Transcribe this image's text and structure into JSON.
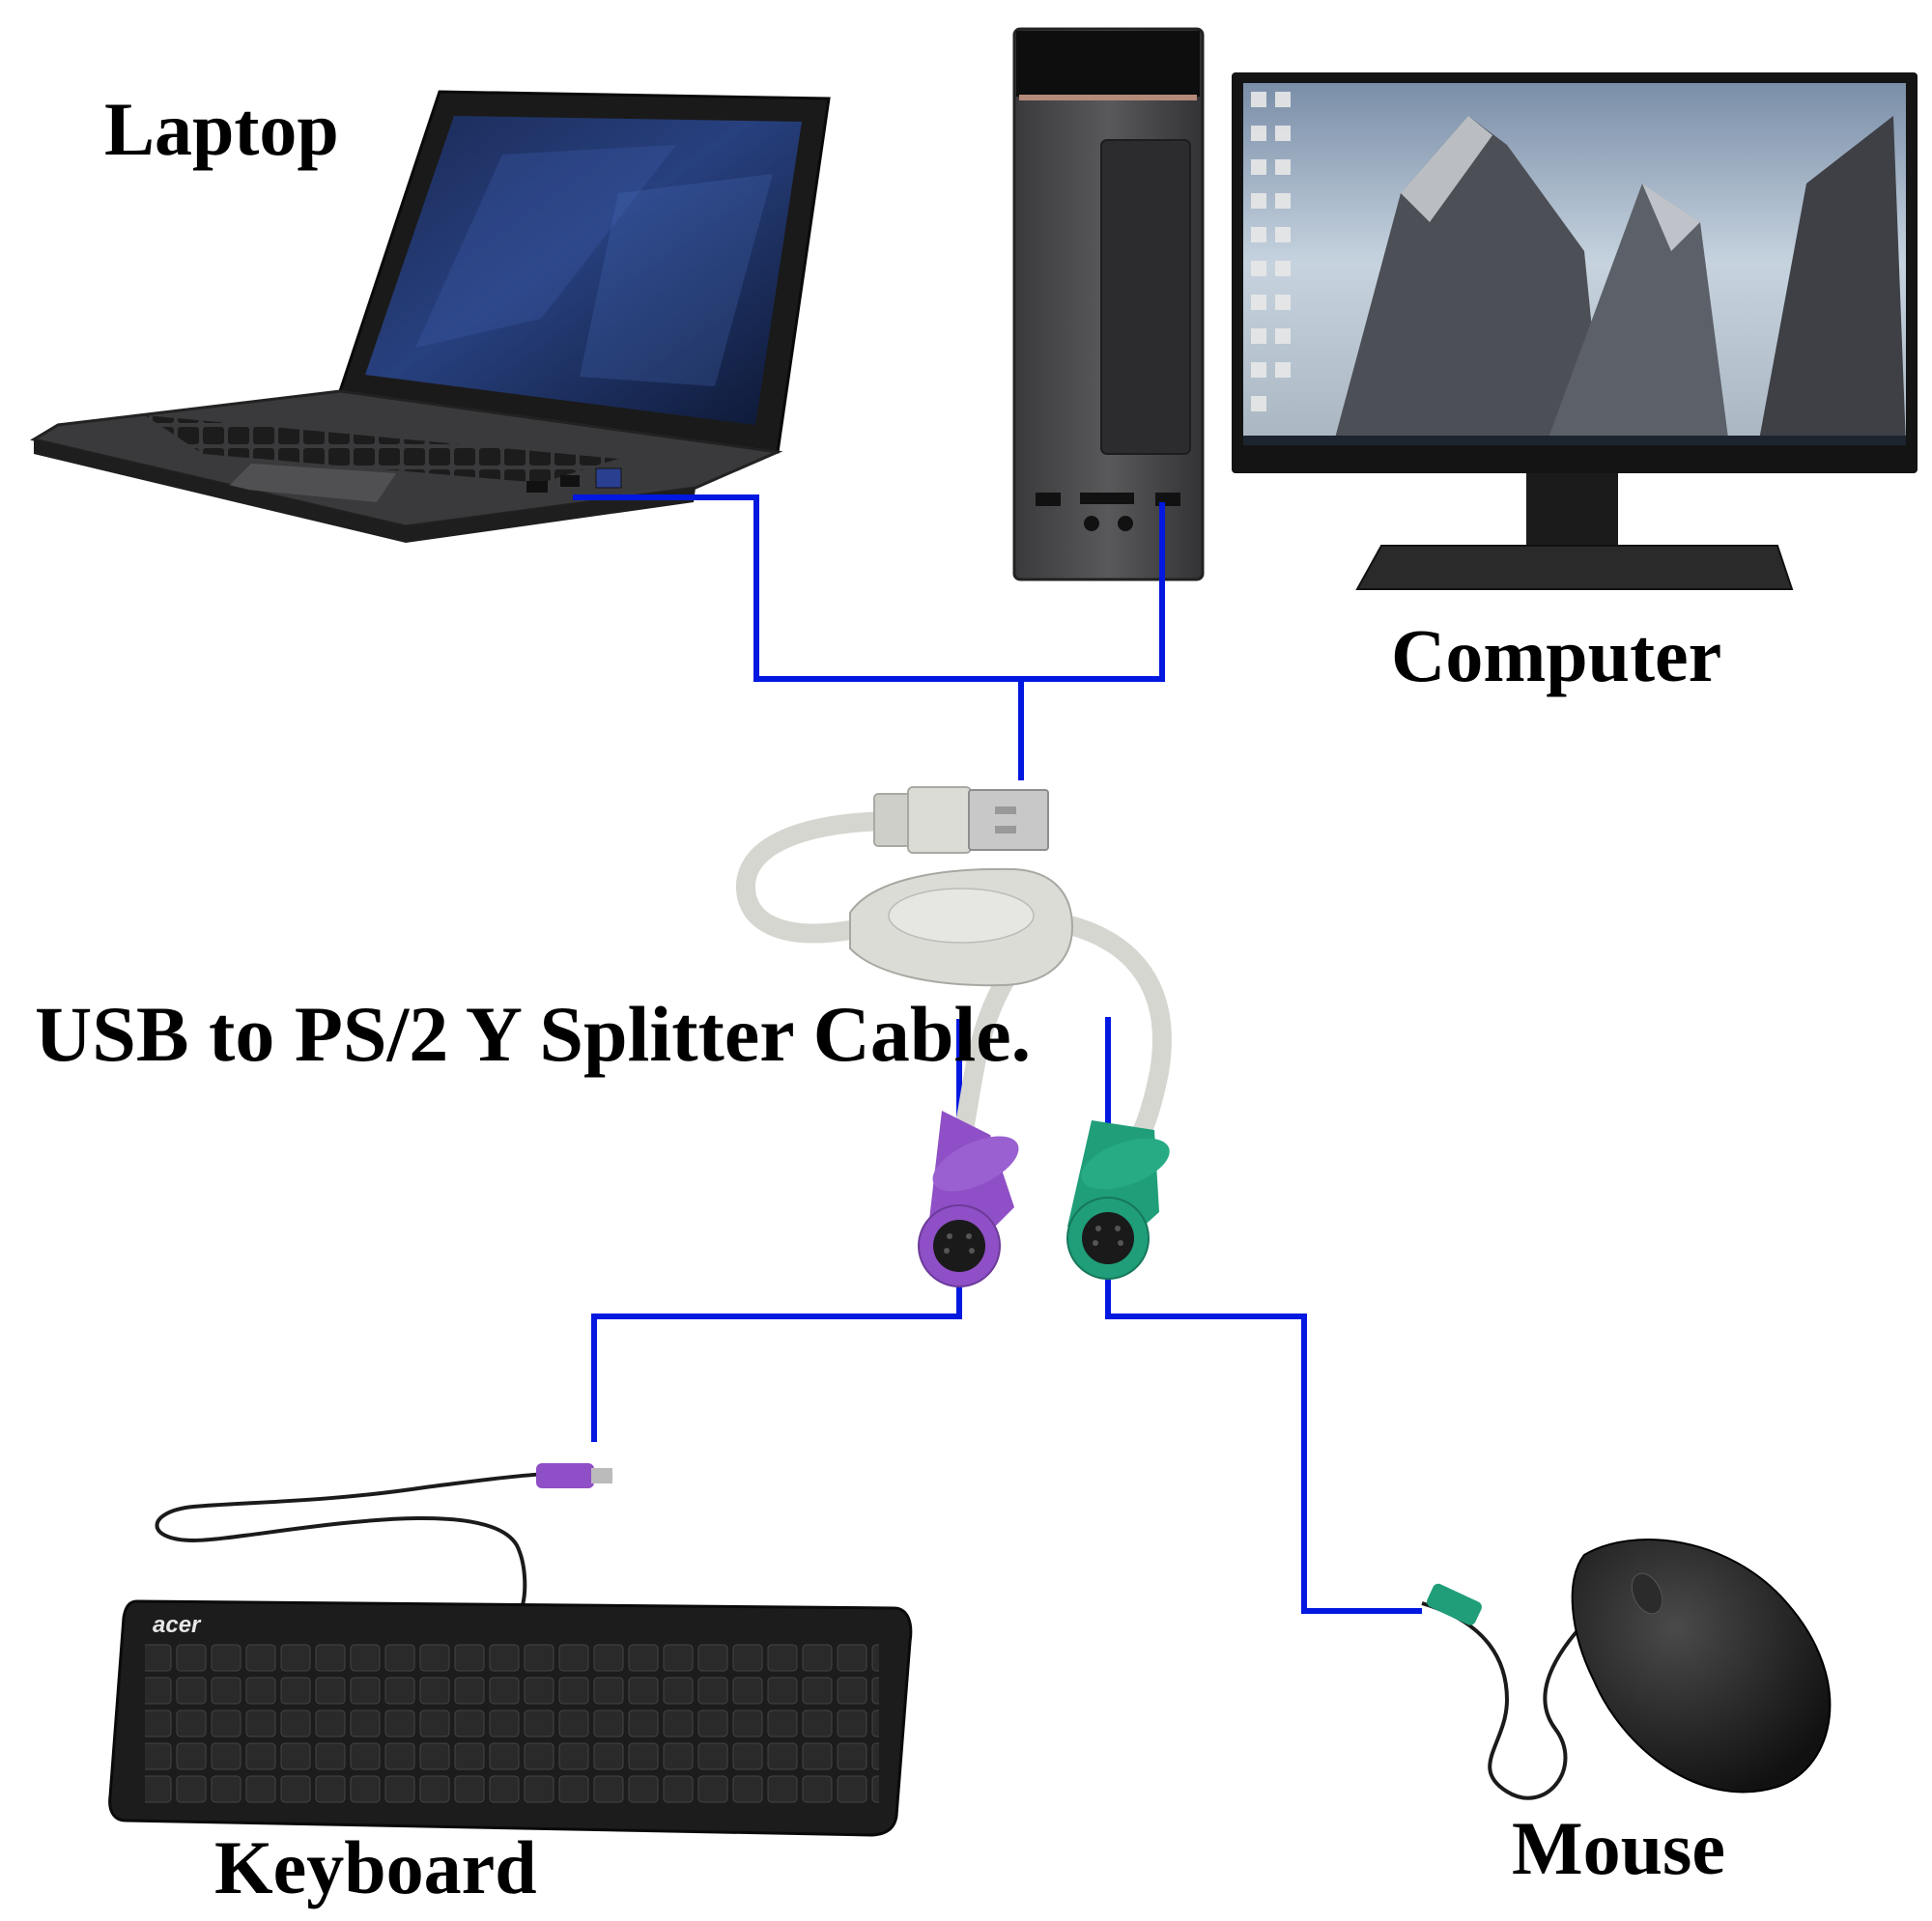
{
  "labels": {
    "laptop": "Laptop",
    "computer": "Computer",
    "cable": "USB to PS/2 Y Splitter Cable.",
    "keyboard": "Keyboard",
    "mouse": "Mouse"
  },
  "keyboard_brand": "acer",
  "colors": {
    "wire": "#0018e0",
    "ps2_keyboard": "#8f4fc6",
    "ps2_mouse": "#1f9e79",
    "cable_body": "#d6d6d1"
  }
}
